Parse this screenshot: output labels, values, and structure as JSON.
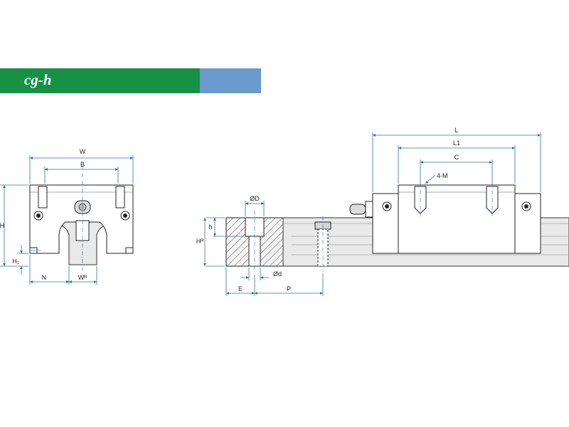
{
  "header": {
    "title": "cg-h",
    "green_color": "#179146",
    "blue_color": "#6b9bcc"
  },
  "front_view": {
    "labels": {
      "W": "W",
      "B": "B",
      "H": "H",
      "H1": "H₁",
      "N": "N",
      "WR": "Wᴿ"
    }
  },
  "side_view": {
    "labels": {
      "L": "L",
      "L1": "L1",
      "C": "C",
      "M": "4-M",
      "OD": "ØD",
      "h": "h",
      "HR": "Hᴿ",
      "Od": "Ød",
      "E": "E",
      "P": "P"
    }
  },
  "colors": {
    "dimension_line": "#2f6fb0",
    "outline": "#222222",
    "rail_fill": "#e9e9e9"
  }
}
